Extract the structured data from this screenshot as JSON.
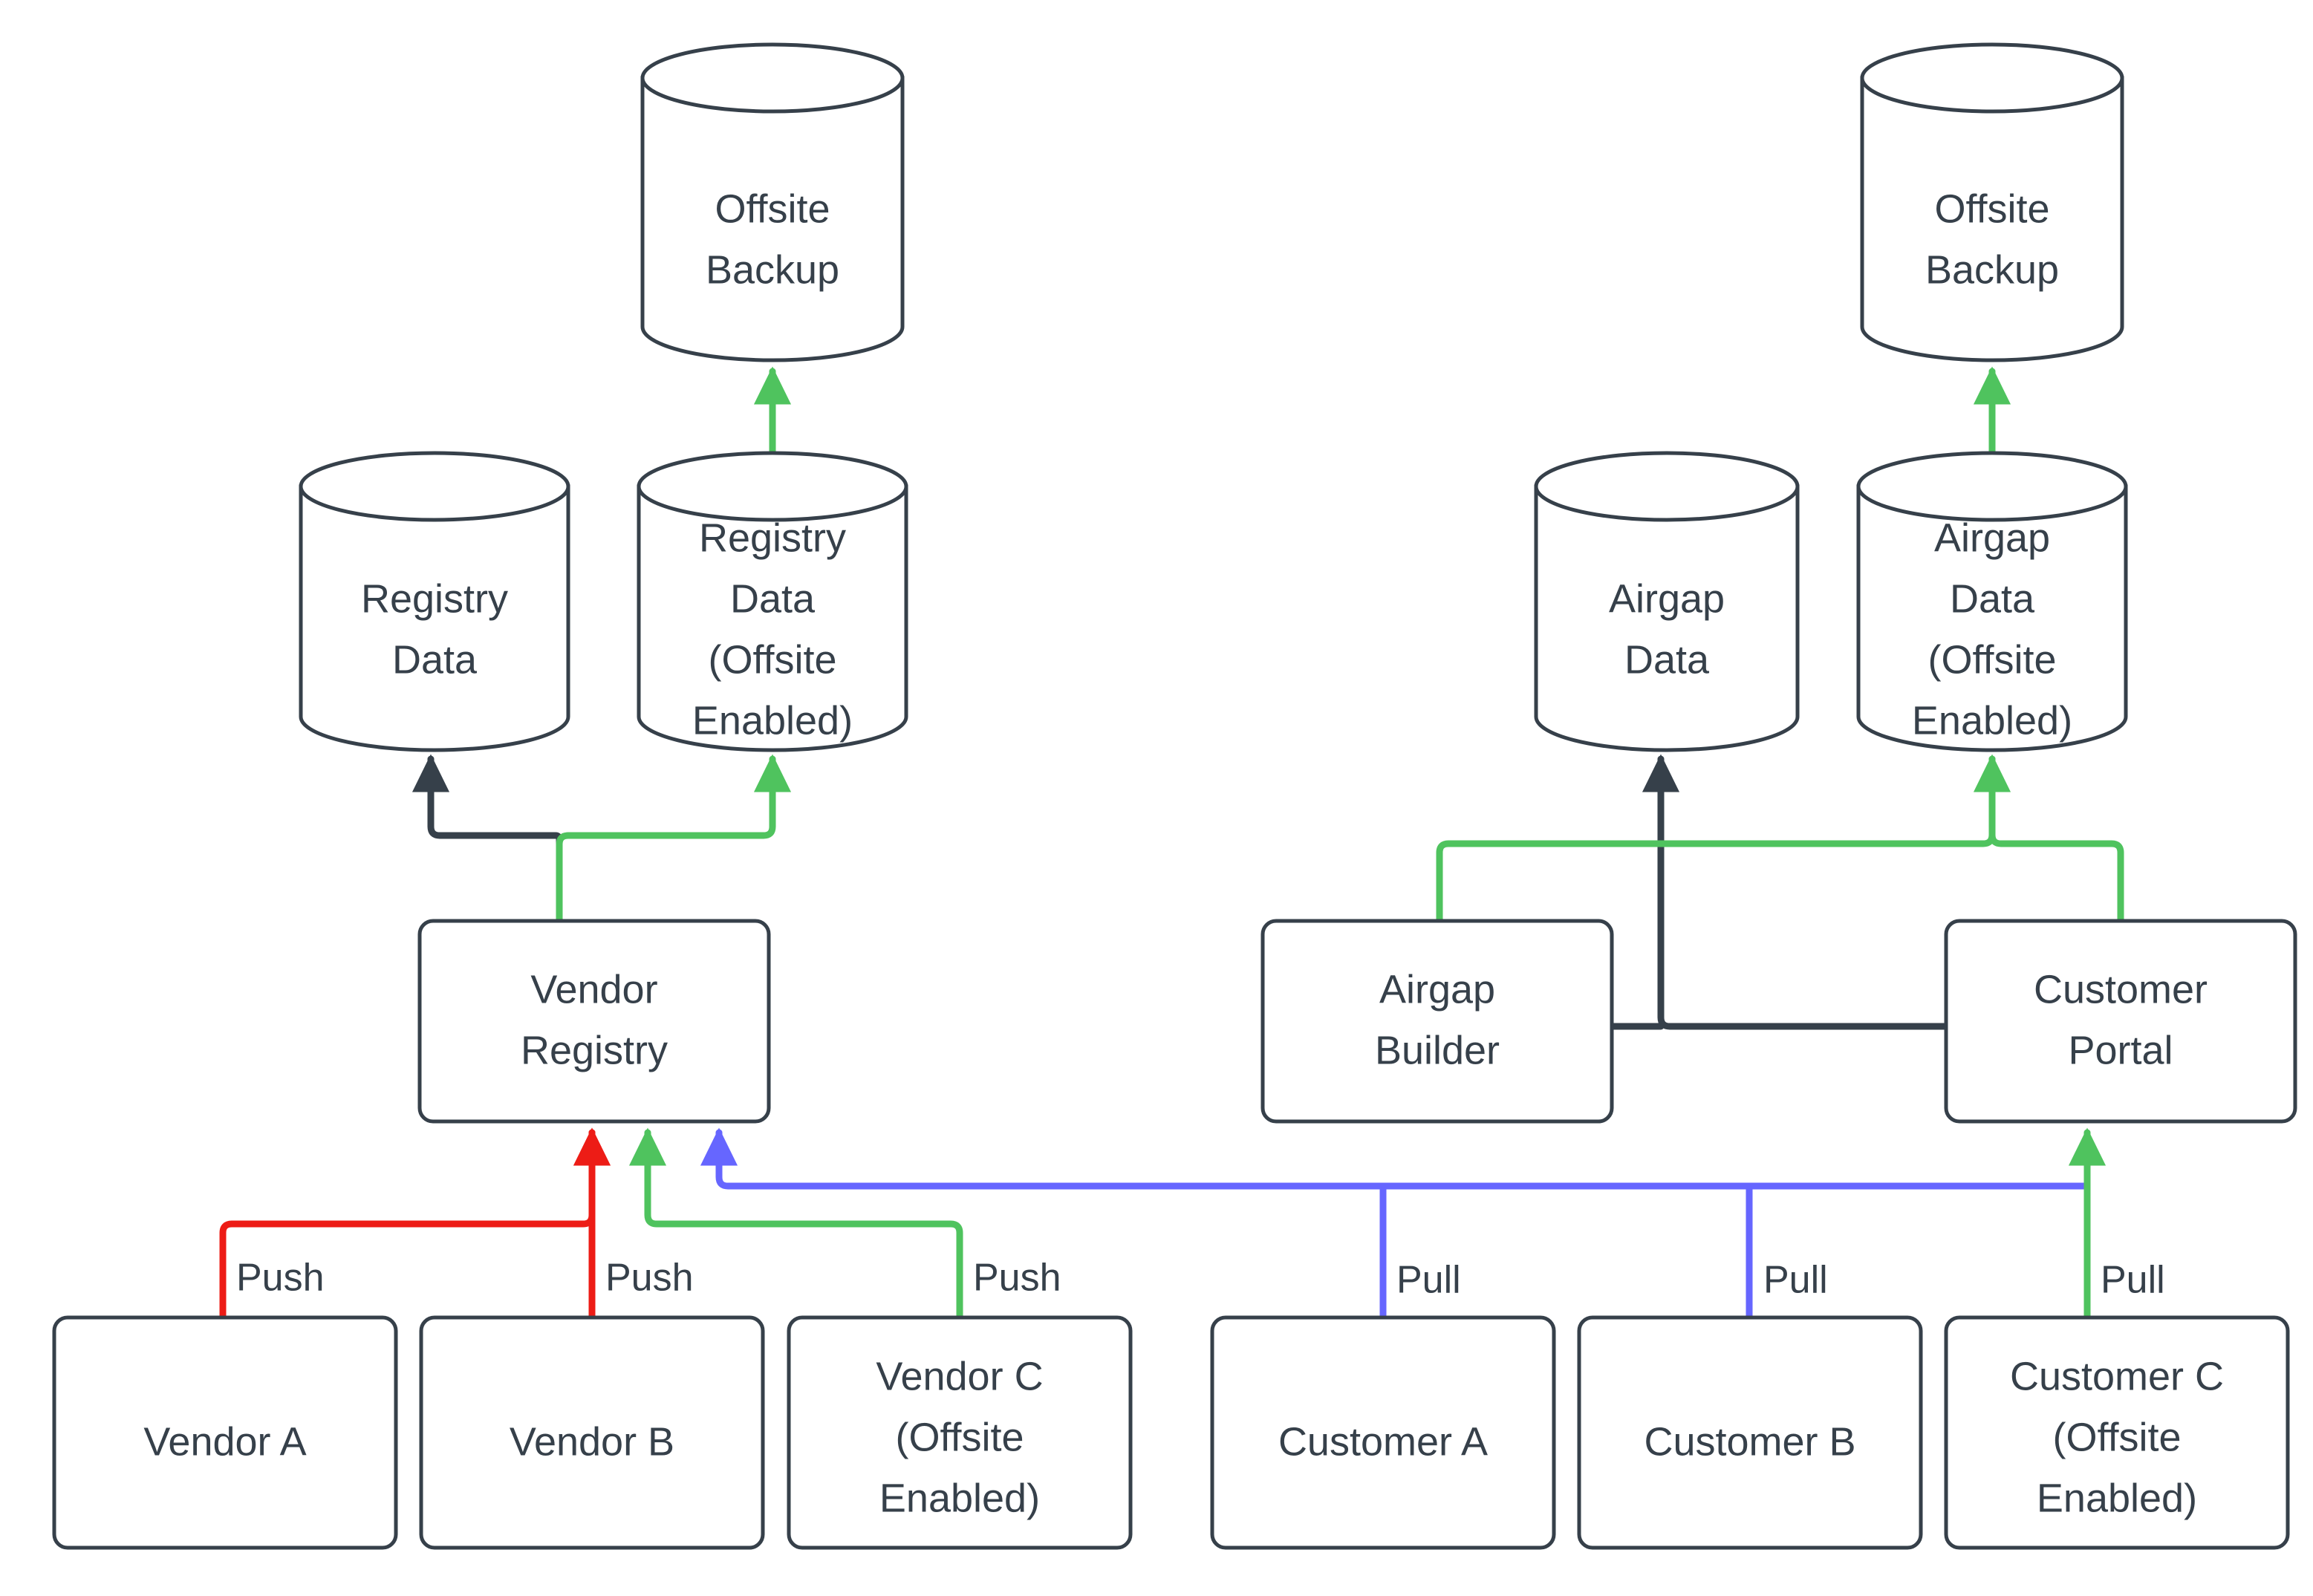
{
  "diagram": {
    "title": "Vendor Registry and Airgap Data Flow",
    "background": "#ffffff",
    "colors": {
      "node_stroke": "#36404a",
      "node_fill": "#ffffff",
      "text": "#36404a",
      "edge_default": "#36404a",
      "edge_push_plain": "#ed1c16",
      "edge_offsite": "#4fc35e",
      "edge_pull": "#6666ff"
    }
  },
  "nodes": {
    "offsite_backup_left": {
      "label_line1": "Offsite",
      "label_line2": "Backup",
      "shape": "cylinder"
    },
    "offsite_backup_right": {
      "label_line1": "Offsite",
      "label_line2": "Backup",
      "shape": "cylinder"
    },
    "registry_data": {
      "label_line1": "Registry",
      "label_line2": "Data",
      "shape": "cylinder"
    },
    "registry_data_offsite": {
      "label_line1": "Registry",
      "label_line2": "Data",
      "label_line3": "(Offsite",
      "label_line4": "Enabled)",
      "shape": "cylinder"
    },
    "airgap_data": {
      "label_line1": "Airgap",
      "label_line2": "Data",
      "shape": "cylinder"
    },
    "airgap_data_offsite": {
      "label_line1": "Airgap",
      "label_line2": "Data",
      "label_line3": "(Offsite",
      "label_line4": "Enabled)",
      "shape": "cylinder"
    },
    "vendor_registry": {
      "label_line1": "Vendor",
      "label_line2": "Registry",
      "shape": "rounded-rect"
    },
    "airgap_builder": {
      "label_line1": "Airgap",
      "label_line2": "Builder",
      "shape": "rounded-rect"
    },
    "customer_portal": {
      "label_line1": "Customer",
      "label_line2": "Portal",
      "shape": "rounded-rect"
    },
    "vendor_a": {
      "label_line1": "Vendor A",
      "shape": "rounded-rect"
    },
    "vendor_b": {
      "label_line1": "Vendor B",
      "shape": "rounded-rect"
    },
    "vendor_c": {
      "label_line1": "Vendor C",
      "label_line2": "(Offsite",
      "label_line3": "Enabled)",
      "shape": "rounded-rect"
    },
    "customer_a": {
      "label_line1": "Customer A",
      "shape": "rounded-rect"
    },
    "customer_b": {
      "label_line1": "Customer B",
      "shape": "rounded-rect"
    },
    "customer_c": {
      "label_line1": "Customer C",
      "label_line2": "(Offsite",
      "label_line3": "Enabled)",
      "shape": "rounded-rect"
    }
  },
  "edge_labels": {
    "vendor_a_push": "Push",
    "vendor_b_push": "Push",
    "vendor_c_push": "Push",
    "customer_a_pull": "Pull",
    "customer_b_pull": "Pull",
    "customer_c_pull": "Pull"
  },
  "edges": [
    {
      "from": "vendor_a",
      "to": "vendor_registry",
      "label": "Push",
      "color": "#ed1c16"
    },
    {
      "from": "vendor_b",
      "to": "vendor_registry",
      "label": "Push",
      "color": "#ed1c16"
    },
    {
      "from": "vendor_c",
      "to": "vendor_registry",
      "label": "Push",
      "color": "#4fc35e"
    },
    {
      "from": "customer_a",
      "to": "vendor_registry",
      "label": "Pull",
      "color": "#6666ff"
    },
    {
      "from": "customer_b",
      "to": "vendor_registry",
      "label": "Pull",
      "color": "#6666ff"
    },
    {
      "from": "customer_c",
      "to": "customer_portal",
      "label": "Pull",
      "color": "#4fc35e"
    },
    {
      "from": "customer_c",
      "to": "vendor_registry",
      "label": "Pull",
      "color": "#6666ff"
    },
    {
      "from": "vendor_registry",
      "to": "registry_data",
      "label": "",
      "color": "#36404a"
    },
    {
      "from": "vendor_registry",
      "to": "registry_data_offsite",
      "label": "",
      "color": "#4fc35e"
    },
    {
      "from": "registry_data_offsite",
      "to": "offsite_backup_left",
      "label": "",
      "color": "#4fc35e"
    },
    {
      "from": "customer_portal",
      "to": "airgap_data",
      "label": "",
      "color": "#36404a"
    },
    {
      "from": "airgap_builder",
      "to": "airgap_data",
      "label": "",
      "color": "#36404a"
    },
    {
      "from": "airgap_builder",
      "to": "airgap_data_offsite",
      "label": "",
      "color": "#4fc35e"
    },
    {
      "from": "customer_portal",
      "to": "airgap_data_offsite",
      "label": "",
      "color": "#4fc35e"
    },
    {
      "from": "airgap_data_offsite",
      "to": "offsite_backup_right",
      "label": "",
      "color": "#4fc35e"
    }
  ]
}
